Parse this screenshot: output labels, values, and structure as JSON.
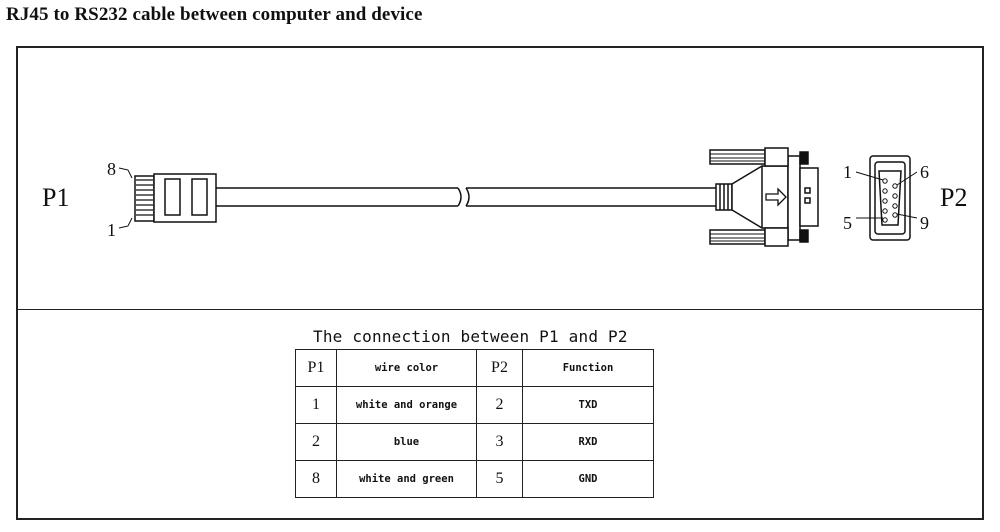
{
  "heading": "RJ45 to RS232 cable between computer and device",
  "diagram": {
    "p1_label": "P1",
    "p2_label": "P2",
    "rj45_pin_top": "8",
    "rj45_pin_bottom": "1",
    "db9_pin_top_left": "1",
    "db9_pin_top_right": "6",
    "db9_pin_bottom_left": "5",
    "db9_pin_bottom_right": "9"
  },
  "table": {
    "title": "The connection between P1 and P2",
    "headers": [
      "P1",
      "wire color",
      "P2",
      "Function"
    ],
    "rows": [
      [
        "1",
        "white and orange",
        "2",
        "TXD"
      ],
      [
        "2",
        "blue",
        "3",
        "RXD"
      ],
      [
        "8",
        "white and green",
        "5",
        "GND"
      ]
    ]
  }
}
